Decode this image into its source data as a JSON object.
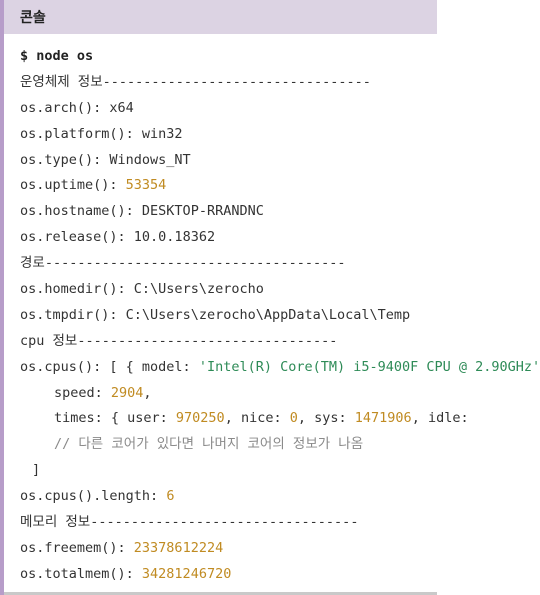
{
  "panel": {
    "title": "콘솔"
  },
  "console": {
    "command": "$ node os",
    "os_info_heading": "운영체제 정보---------------------------------",
    "arch_label": "os.arch(): ",
    "arch_value": "x64",
    "platform_label": "os.platform(): ",
    "platform_value": "win32",
    "type_label": "os.type(): ",
    "type_value": "Windows_NT",
    "uptime_label": "os.uptime(): ",
    "uptime_value": "53354",
    "hostname_label": "os.hostname(): ",
    "hostname_value": "DESKTOP-RRANDNC",
    "release_label": "os.release(): ",
    "release_value": "10.0.18362",
    "path_heading": "경로-------------------------------------",
    "homedir_label": "os.homedir(): ",
    "homedir_value": "C:\\Users\\zerocho",
    "tmpdir_label": "os.tmpdir(): ",
    "tmpdir_value": "C:\\Users\\zerocho\\AppData\\Local\\Temp",
    "cpu_heading": "cpu 정보--------------------------------",
    "cpus_label": "os.cpus(): [ { model: ",
    "cpus_model": "'Intel(R) Core(TM) i5-9400F CPU @ 2.90GHz'",
    "speed_label": "speed: ",
    "speed_value": "2904",
    "speed_suffix": ",",
    "times_label": "times: { user: ",
    "times_user": "970250",
    "times_nice_label": ", nice: ",
    "times_nice": "0",
    "times_sys_label": ", sys: ",
    "times_sys": "1471906",
    "times_rest": ", idle:",
    "comment": "// 다른 코어가 있다면 나머지 코어의 정보가 나옴",
    "close_bracket": "]",
    "cpus_length_label": "os.cpus().length: ",
    "cpus_length_value": "6",
    "memory_heading": "메모리 정보---------------------------------",
    "freemem_label": "os.freemem(): ",
    "freemem_value": "23378612224",
    "totalmem_label": "os.totalmem(): ",
    "totalmem_value": "34281246720"
  },
  "colors": {
    "header_bg": "#dcd3e3",
    "accent_border": "#b79dc9",
    "number": "#c08b22",
    "string": "#2e8b57",
    "comment": "#8a8a8a"
  }
}
